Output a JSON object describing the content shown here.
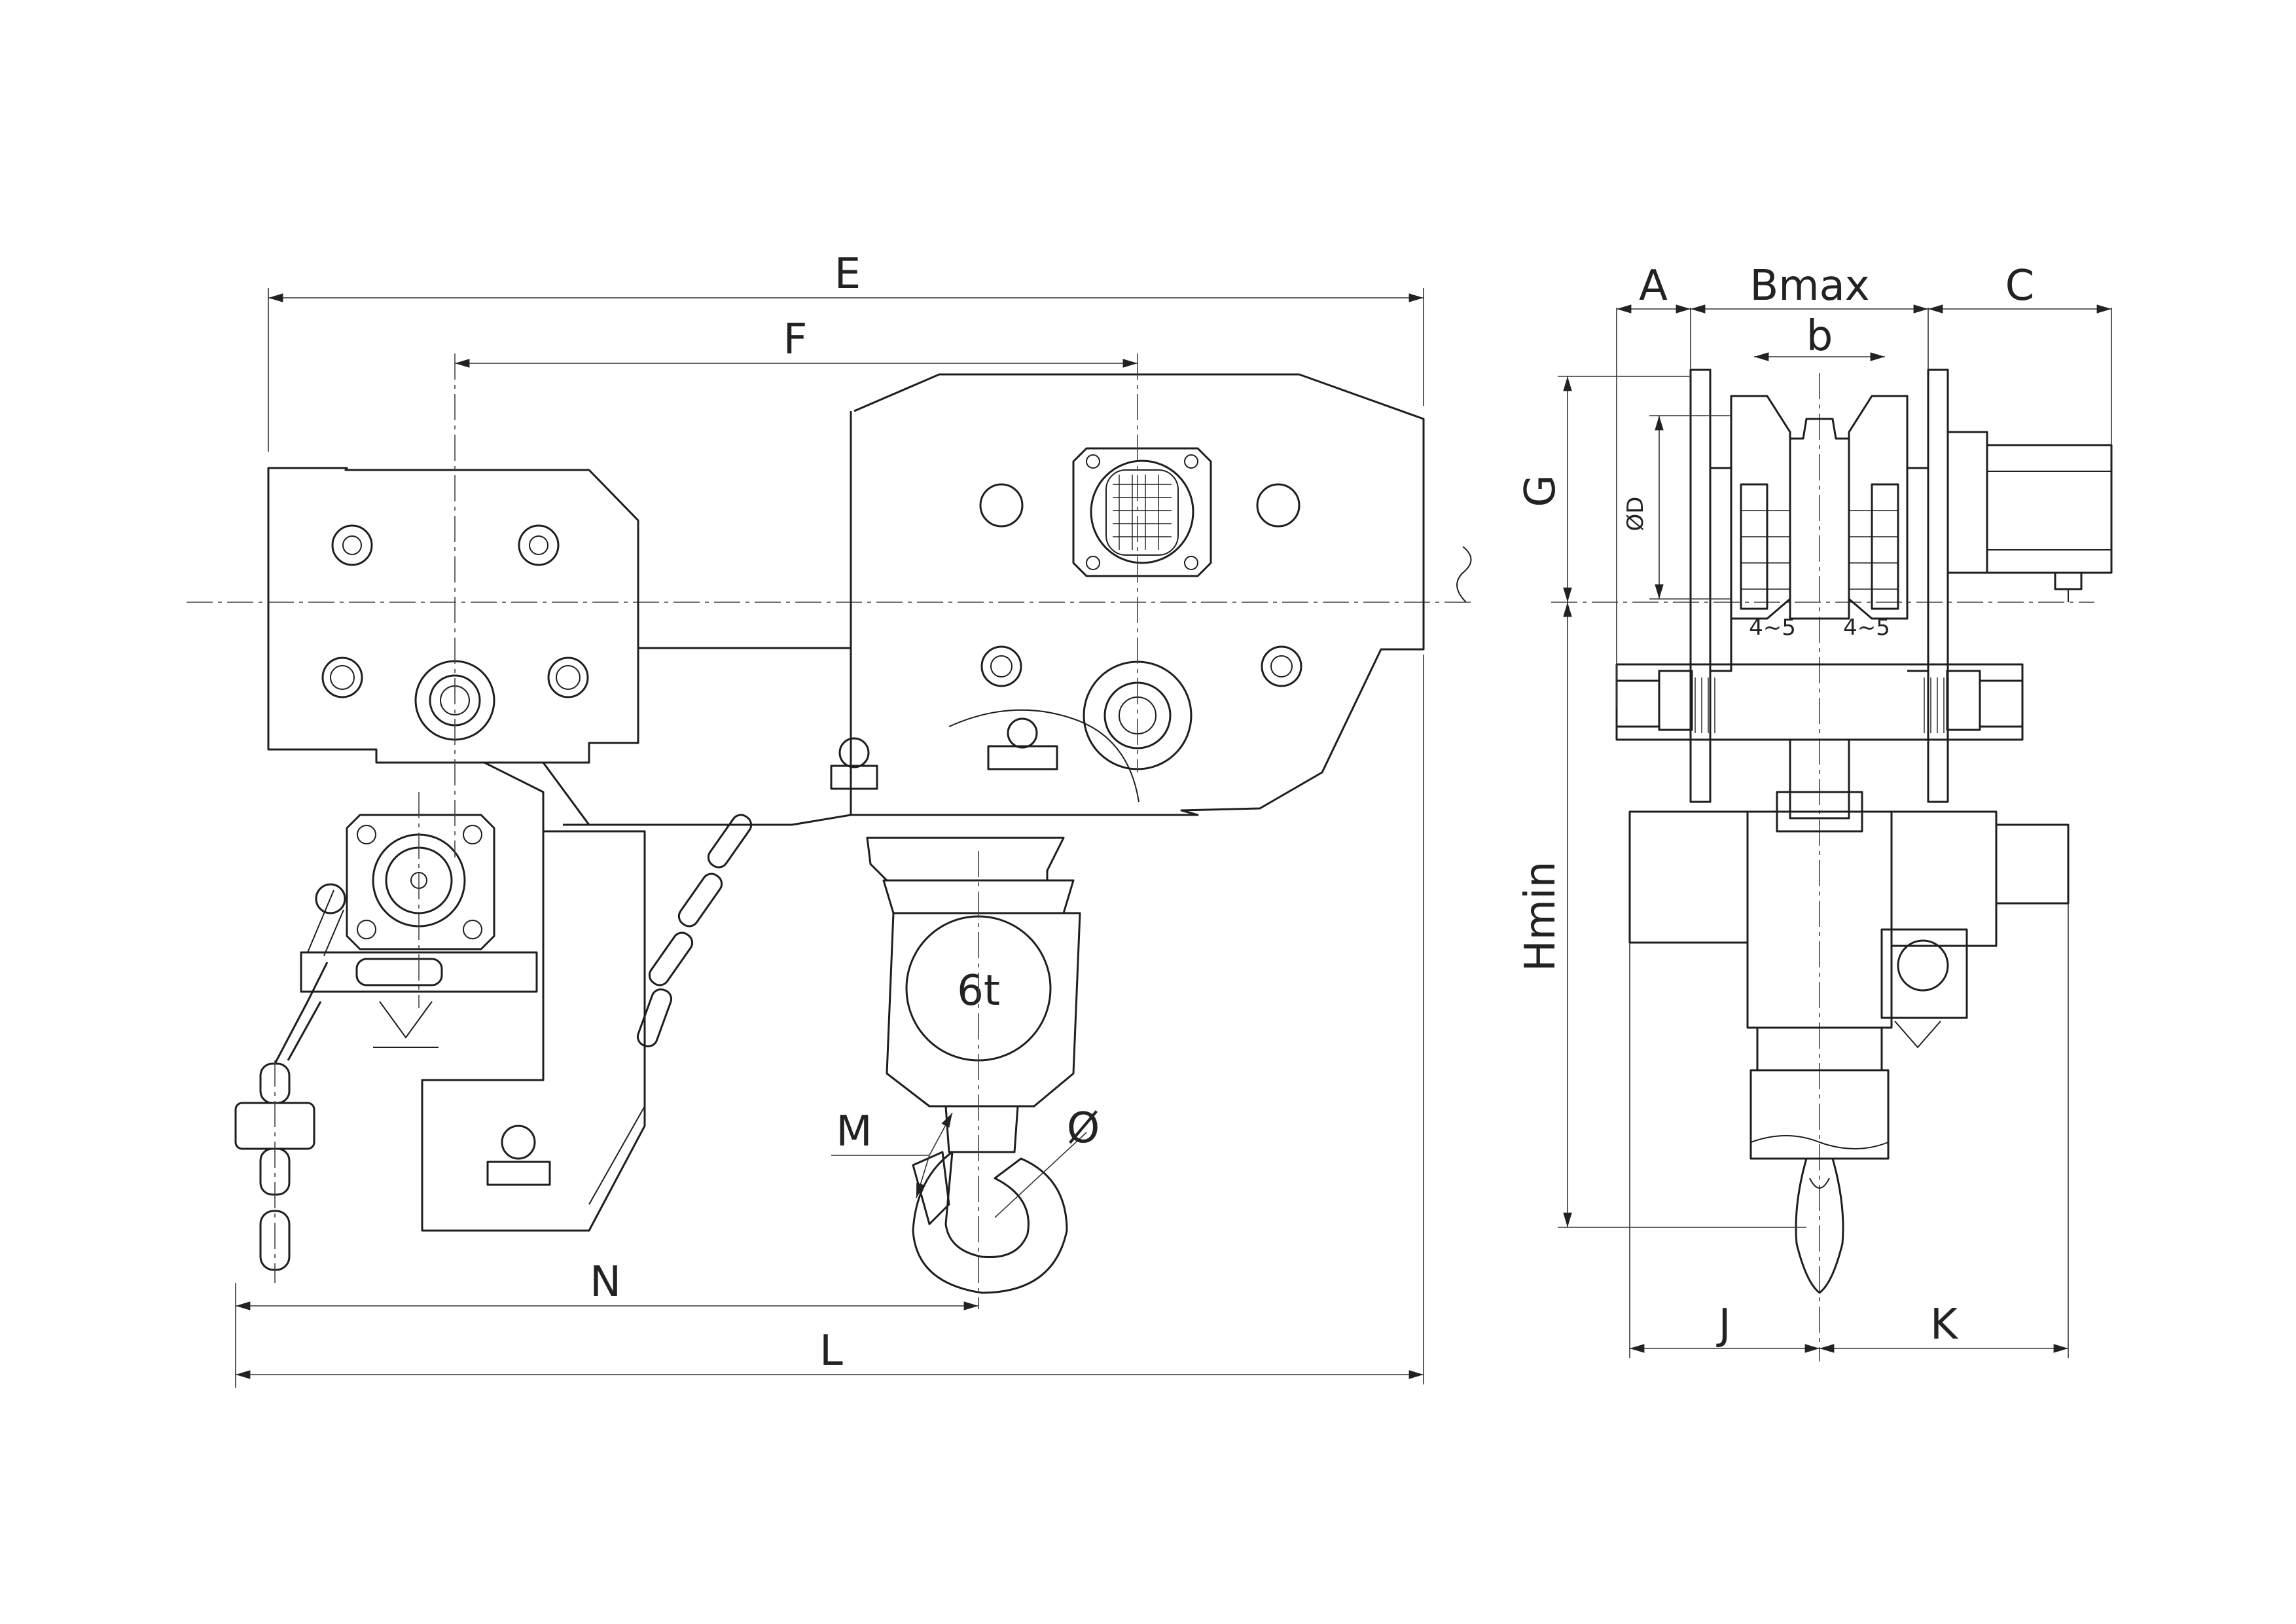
{
  "side_view": {
    "dimensions": {
      "E": "E",
      "F": "F",
      "N": "N",
      "L": "L",
      "M": "M",
      "hook_dia": "Ø"
    },
    "capacity_label": "6t"
  },
  "end_view": {
    "dimensions": {
      "A": "A",
      "Bmax": "Bmax",
      "C": "C",
      "b": "b",
      "G": "G",
      "D": "ØD",
      "Hmin": "Hmin",
      "J": "J",
      "K": "K",
      "gap_left": "4~5",
      "gap_right": "4~5"
    }
  }
}
